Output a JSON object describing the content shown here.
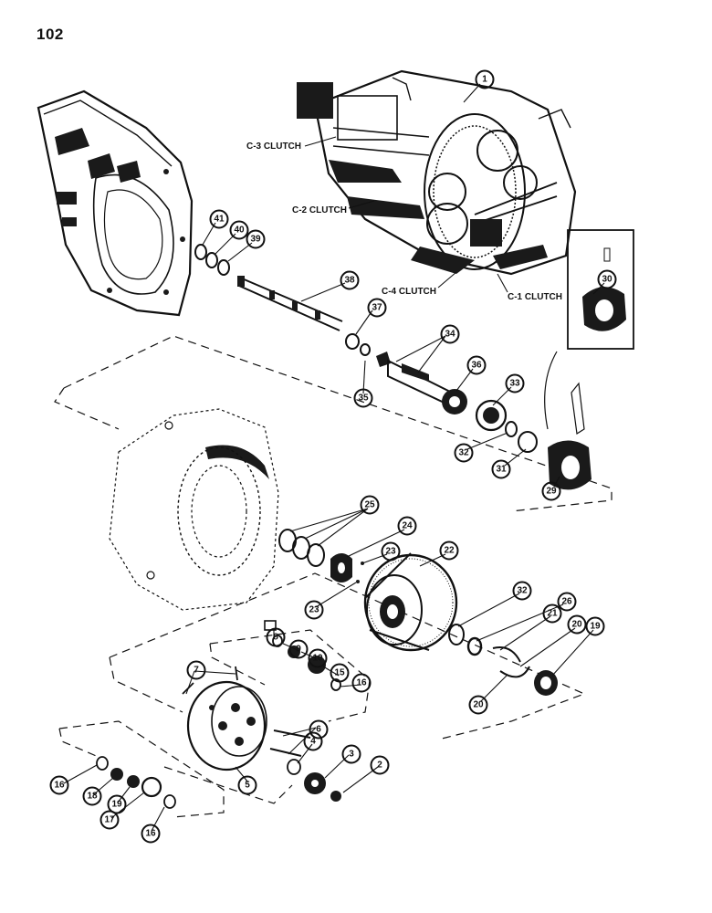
{
  "page": {
    "number": "102"
  },
  "clutch_labels": [
    {
      "id": "c3",
      "text": "C-3 CLUTCH"
    },
    {
      "id": "c2",
      "text": "C-2 CLUTCH"
    },
    {
      "id": "c4",
      "text": "C-4 CLUTCH"
    },
    {
      "id": "c1",
      "text": "C-1 CLUTCH"
    }
  ],
  "callouts": [
    {
      "id": "1",
      "label": "1"
    },
    {
      "id": "41",
      "label": "41"
    },
    {
      "id": "40",
      "label": "40"
    },
    {
      "id": "39",
      "label": "39"
    },
    {
      "id": "38",
      "label": "38"
    },
    {
      "id": "37",
      "label": "37"
    },
    {
      "id": "34",
      "label": "34"
    },
    {
      "id": "35",
      "label": "35"
    },
    {
      "id": "36",
      "label": "36"
    },
    {
      "id": "33",
      "label": "33"
    },
    {
      "id": "30",
      "label": "30"
    },
    {
      "id": "32a",
      "label": "32"
    },
    {
      "id": "31",
      "label": "31"
    },
    {
      "id": "29",
      "label": "29"
    },
    {
      "id": "25",
      "label": "25"
    },
    {
      "id": "24",
      "label": "24"
    },
    {
      "id": "23a",
      "label": "23"
    },
    {
      "id": "22",
      "label": "22"
    },
    {
      "id": "23b",
      "label": "23"
    },
    {
      "id": "32b",
      "label": "32"
    },
    {
      "id": "26",
      "label": "26"
    },
    {
      "id": "21",
      "label": "21"
    },
    {
      "id": "20a",
      "label": "20"
    },
    {
      "id": "19a",
      "label": "19"
    },
    {
      "id": "20b",
      "label": "20"
    },
    {
      "id": "8",
      "label": "8"
    },
    {
      "id": "9",
      "label": "9"
    },
    {
      "id": "10",
      "label": "10"
    },
    {
      "id": "15",
      "label": "15"
    },
    {
      "id": "16a",
      "label": "16"
    },
    {
      "id": "7",
      "label": "7"
    },
    {
      "id": "6",
      "label": "6"
    },
    {
      "id": "4",
      "label": "4"
    },
    {
      "id": "3",
      "label": "3"
    },
    {
      "id": "2",
      "label": "2"
    },
    {
      "id": "5",
      "label": "5"
    },
    {
      "id": "16b",
      "label": "16"
    },
    {
      "id": "18",
      "label": "18"
    },
    {
      "id": "19b",
      "label": "19"
    },
    {
      "id": "17",
      "label": "17"
    },
    {
      "id": "16c",
      "label": "16"
    }
  ]
}
